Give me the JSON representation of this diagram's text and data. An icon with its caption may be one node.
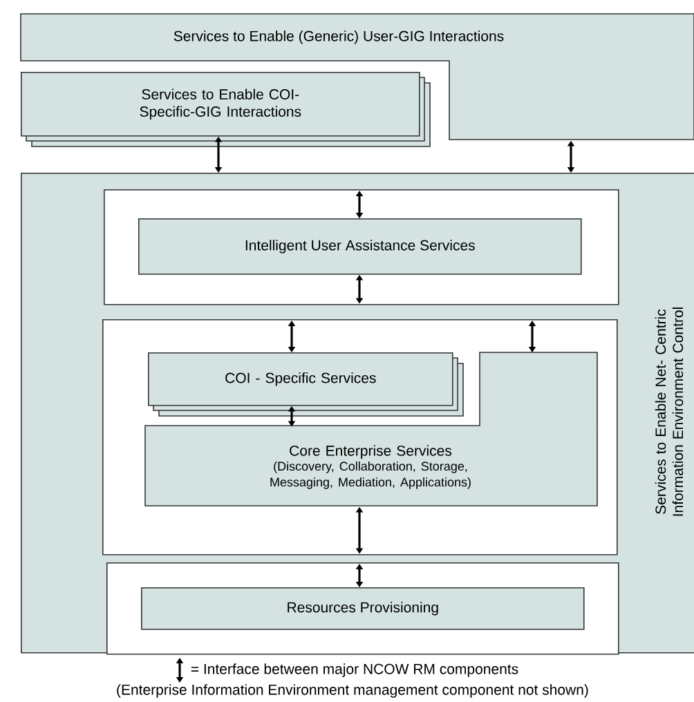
{
  "diagram": {
    "nodes": [
      {
        "text": [
          "Services to Enable (Generic) User-GIG Interactions"
        ]
      },
      {
        "text": [
          "Services to Enable COI-Specific-GIG Interactions"
        ]
      },
      {
        "text": [
          "Services to Enable Net- Centric Information Environment Control"
        ]
      },
      {
        "text": [],
        "shape": "box",
        "in": 2
      },
      {
        "text": [
          "Intelligent User Assistance Services"
        ],
        "in": 3
      },
      {
        "text": [],
        "shape": "box",
        "in": 2
      },
      {
        "text": [
          "COI - Specific Services"
        ],
        "in": 5
      },
      {
        "text": [
          "Core Enterprise Services",
          "(Discovery, Collaboration, Storage, Messaging, Mediation, Applications)"
        ],
        "in": 5
      },
      {
        "text": [],
        "shape": "box",
        "in": 2
      },
      {
        "text": [
          "Resources Provisioning"
        ],
        "in": 8
      }
    ],
    "edges": [
      {
        "from": 1,
        "to": 2,
        "arrow": "both"
      },
      {
        "from": 0,
        "to": 2,
        "arrow": "both"
      },
      {
        "from": 3,
        "to": 4,
        "arrow": "both"
      },
      {
        "from": 4,
        "to": 3,
        "arrow": "both"
      },
      {
        "from": 5,
        "to": 6,
        "arrow": "both"
      },
      {
        "from": 5,
        "to": 7,
        "arrow": "both"
      },
      {
        "from": 6,
        "to": 7,
        "arrow": "both"
      },
      {
        "from": 7,
        "to": 5,
        "arrow": "both"
      },
      {
        "from": 8,
        "to": 9,
        "arrow": "both"
      }
    ],
    "labels": [
      "(Enterprise Information Environment management component not shown)"
    ],
    "legend": [
      {
        "text": "= Interface between major NCOW RM components"
      }
    ]
  }
}
